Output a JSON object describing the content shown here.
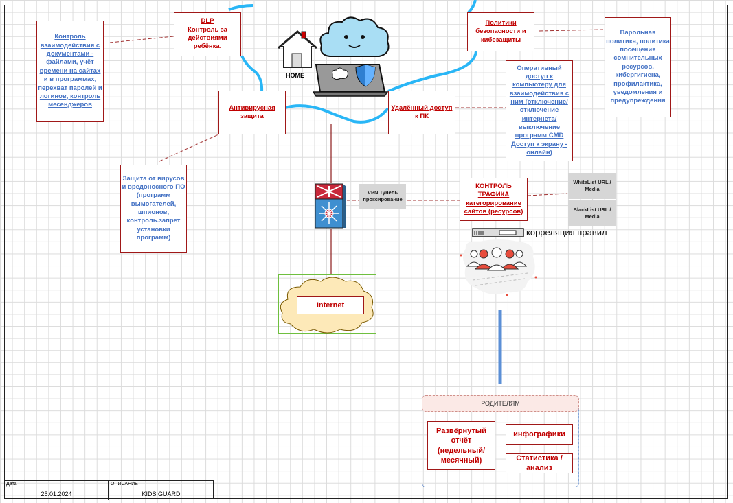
{
  "nodes": {
    "dlp": {
      "title": "DLP",
      "text": "Контроль за действиями ребёнка."
    },
    "policy": {
      "text": "Политики безопасности и кибезащиты"
    },
    "antivirus": {
      "text": "Антивирусная защита"
    },
    "remote": {
      "text": "Удалённый доступ к ПК"
    },
    "traffic": {
      "title": "КОНТРОЛЬ ТРАФИКА",
      "text": "категорирование сайтов (ресурсов)"
    },
    "internet": {
      "text": "Internet"
    },
    "home": {
      "text": "HOME"
    }
  },
  "notes": {
    "docs": "Контроль взаимодействия с документами - файлами, учёт времени на сайтах и в программах, перехват паролей и логинов, контроль месенджеров",
    "password": "Парольная политика, политика посещения сомнительных ресурсов, кибергигиена, профилактика, уведомления и предупреждения",
    "remote_desc": "Оперативный доступ к компьютеру для взаимодействия с ним (отключение/ отключение интернета/ выключение программ CMD Доступ к экрану - онлайн)",
    "virus": "Защита от вирусов и вредоносного ПО (программ вымогателей, шпионов, контроль.запрет установки программ)"
  },
  "vpn": "VPN Тунель проксирование",
  "whitelist": "WhiteList URL / Media",
  "blacklist": "BlackList URL / Media",
  "correlation": "корреляция правил",
  "parents": {
    "header": "РОДИТЕЛЯМ",
    "report": "Развёрнутый отчёт (недельный/ месячный)",
    "infographics": "инфографики",
    "stats": "Статистика / анализ"
  },
  "stamp": {
    "date_label": "Дата",
    "date": "25.01.2024",
    "desc_label": "ОПИСАНИЕ",
    "desc": "KIDS GUARD"
  },
  "colors": {
    "box_border": "#a01818",
    "title_red": "#c00000",
    "link_blue": "#4472c4",
    "cable": "#29b6f6",
    "stem": "#5b8fd6"
  },
  "icons": [
    "cloud-icon",
    "house-icon",
    "laptop-shield-icon",
    "network-switch-icon",
    "server-icon",
    "people-group-icon",
    "internet-cloud-icon"
  ]
}
